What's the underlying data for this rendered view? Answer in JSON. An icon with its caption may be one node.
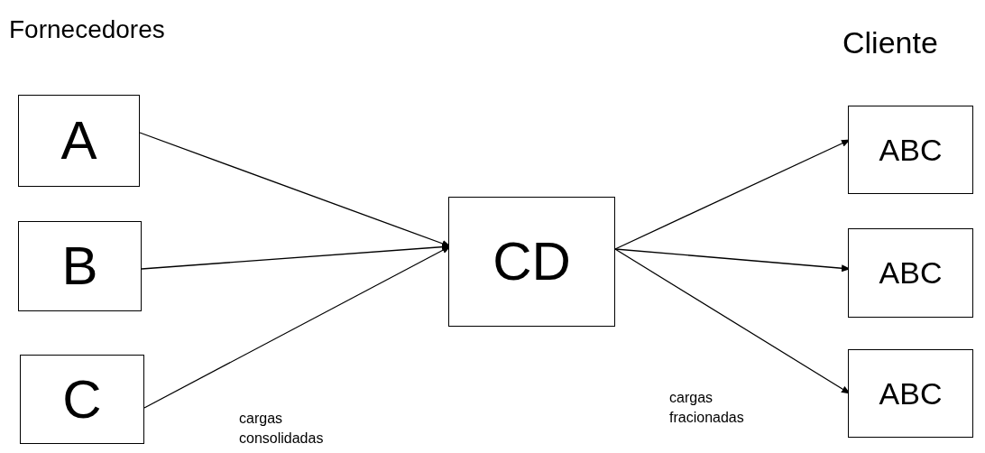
{
  "diagram": {
    "nodes": [
      {
        "text": [
          "A"
        ]
      },
      {
        "text": [
          "B"
        ]
      },
      {
        "text": [
          "C"
        ]
      },
      {
        "text": [
          "CD"
        ]
      },
      {
        "text": [
          "ABC"
        ]
      },
      {
        "text": [
          "ABC"
        ]
      },
      {
        "text": [
          "ABC"
        ]
      }
    ],
    "edges": [
      {
        "from": 0,
        "to": 3,
        "arrow": "to"
      },
      {
        "from": 1,
        "to": 3,
        "arrow": "to"
      },
      {
        "from": 2,
        "to": 3,
        "arrow": "to"
      },
      {
        "from": 3,
        "to": 4,
        "arrow": "to"
      },
      {
        "from": 3,
        "to": 5,
        "arrow": "to"
      },
      {
        "from": 3,
        "to": 6,
        "arrow": "to"
      }
    ],
    "labels": [
      "Fornecedores",
      "Cliente",
      "cargas consolidadas",
      "cargas fracionadas"
    ]
  }
}
